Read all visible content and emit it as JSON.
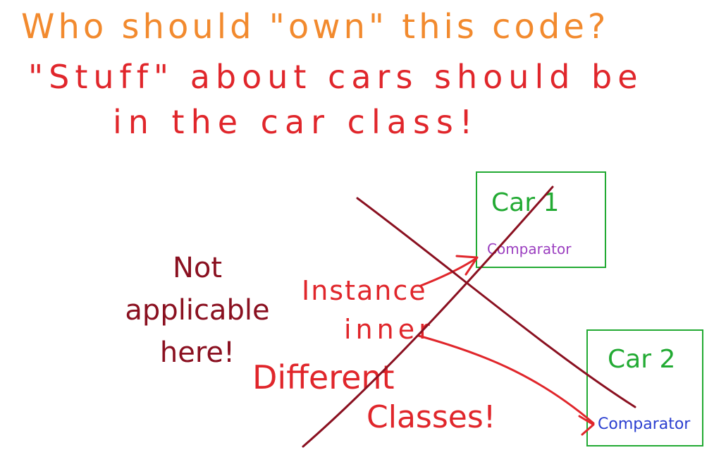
{
  "colors": {
    "orange": "#f28a2e",
    "red": "#e0262b",
    "maroon": "#8a1020",
    "green": "#22aa33",
    "purple": "#9b3fc0",
    "blue": "#2b3fd0"
  },
  "question": "Who should \"own\" this code?",
  "principle": {
    "line1": "\"Stuff\" about cars should be",
    "line2": "in the car class!"
  },
  "car1": {
    "title": "Car 1",
    "member": "Comparator"
  },
  "car2": {
    "title": "Car 2",
    "member": "Comparator"
  },
  "not_applicable": "Not applicable here!",
  "instance_label": "Instance",
  "inner_label": "inner",
  "different_classes": {
    "line1": "Different",
    "line2": "Classes!"
  }
}
